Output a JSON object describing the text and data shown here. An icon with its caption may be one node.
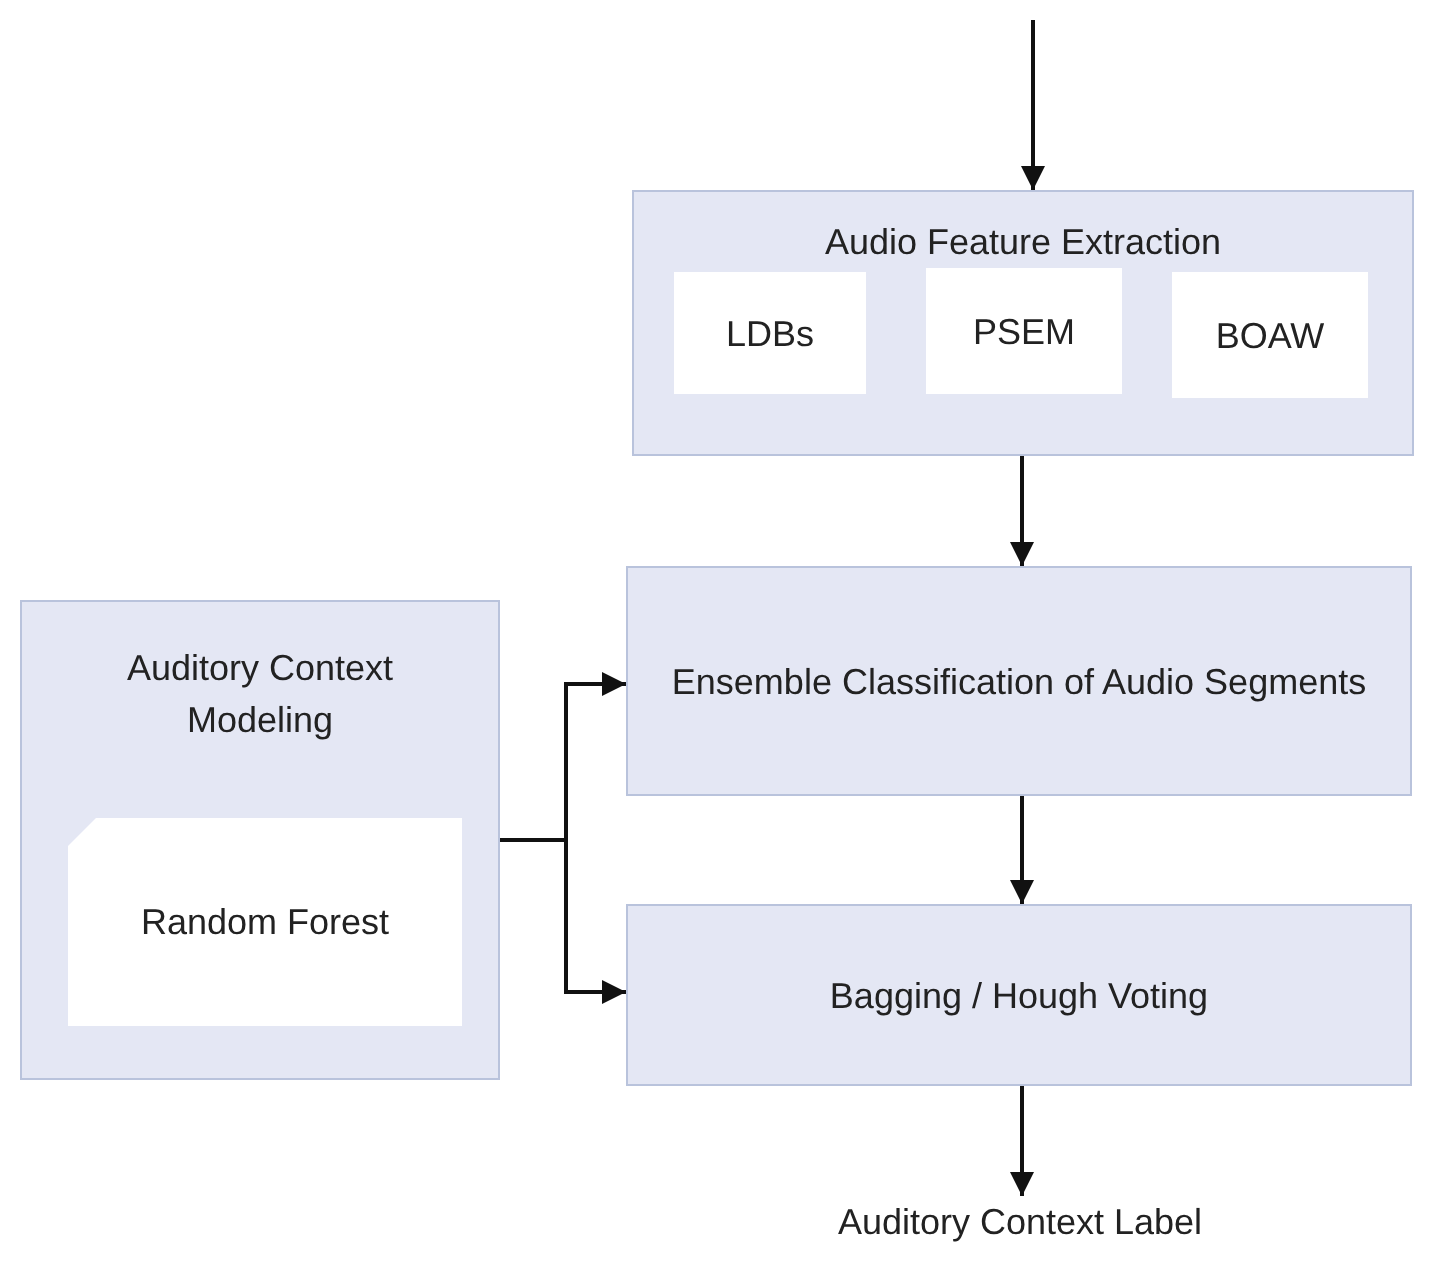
{
  "diagram": {
    "nodes": [
      {
        "text": [
          "Audio Feature Extraction"
        ]
      },
      {
        "text": [
          "LDBs"
        ],
        "in": 0
      },
      {
        "text": [
          "PSEM"
        ],
        "in": 0
      },
      {
        "text": [
          "BOAW"
        ],
        "in": 0
      },
      {
        "text": [
          "Auditory Context Modeling"
        ]
      },
      {
        "text": [
          "Random Forest"
        ],
        "in": 4
      },
      {
        "text": [
          "Ensemble Classification of Audio Segments"
        ]
      },
      {
        "text": [
          "Bagging / Hough Voting"
        ]
      },
      {
        "text": [
          "Auditory Context Label"
        ]
      }
    ],
    "edges": [
      {
        "from": null,
        "to": 0,
        "arrow": "to"
      },
      {
        "from": 0,
        "to": 6,
        "arrow": "to"
      },
      {
        "from": 6,
        "to": 7,
        "arrow": "to"
      },
      {
        "from": 7,
        "to": 8,
        "arrow": "to"
      },
      {
        "from": 4,
        "to": 6,
        "arrow": "to"
      },
      {
        "from": 4,
        "to": 7,
        "arrow": "to"
      }
    ]
  }
}
